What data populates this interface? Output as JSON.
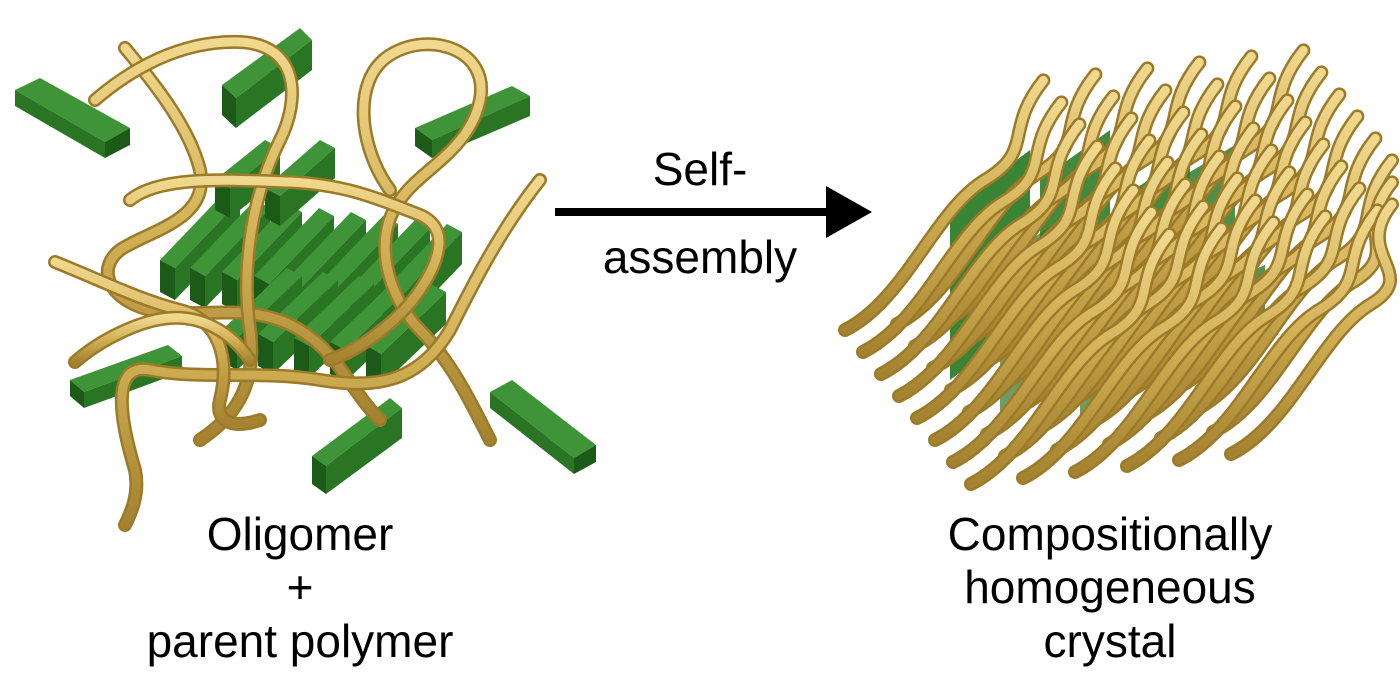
{
  "arrow": {
    "label_line1": "Self-",
    "label_line2": "assembly"
  },
  "left_caption": {
    "line1": "Oligomer",
    "line2": "+",
    "line3": "parent polymer"
  },
  "right_caption": {
    "line1": "Compositionally",
    "line2": "homogeneous",
    "line3": "crystal"
  },
  "colors": {
    "polymer_chain": "#d2b055",
    "polymer_chain_shadow": "#9b7a2a",
    "oligomer_block": "#2f7d2a",
    "oligomer_block_dark": "#1c5a17",
    "arrow": "#000000",
    "text": "#000000"
  }
}
